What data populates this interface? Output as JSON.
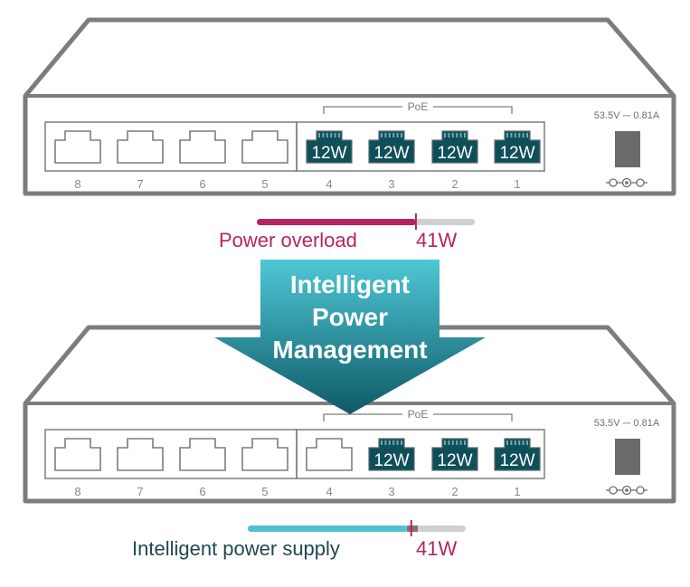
{
  "colors": {
    "outline": "#7d7d7d",
    "active_port": "#0f4f59",
    "power_overload": "#b5245f",
    "intelligent_supply": "#4ec2d1",
    "intelligent_label": "#1f4850",
    "bar_track": "#d0d0d0",
    "arrow_top": "#4fc7d6",
    "arrow_bottom": "#0f5a66"
  },
  "arrow": {
    "lines": [
      "Intelligent",
      "Power",
      "Management"
    ]
  },
  "switches": [
    {
      "id": "before",
      "poe_label": "PoE",
      "rating": "53.5V ⎓ 0.81A",
      "ports": [
        {
          "number": "8",
          "poe": false,
          "label": ""
        },
        {
          "number": "7",
          "poe": false,
          "label": ""
        },
        {
          "number": "6",
          "poe": false,
          "label": ""
        },
        {
          "number": "5",
          "poe": false,
          "label": ""
        },
        {
          "number": "4",
          "poe": true,
          "label": "12W"
        },
        {
          "number": "3",
          "poe": true,
          "label": "12W"
        },
        {
          "number": "2",
          "poe": true,
          "label": "12W"
        },
        {
          "number": "1",
          "poe": true,
          "label": "12W"
        }
      ],
      "power_bar": {
        "caption": "Power overload",
        "limit_label": "41W",
        "fill_fraction": 0.73,
        "limit_fraction": 0.73,
        "overflow_fraction": 0.0,
        "fill_color": "#b5245f",
        "caption_color": "#b5245f"
      }
    },
    {
      "id": "after",
      "poe_label": "PoE",
      "rating": "53.5V ⎓ 0.81A",
      "ports": [
        {
          "number": "8",
          "poe": false,
          "label": ""
        },
        {
          "number": "7",
          "poe": false,
          "label": ""
        },
        {
          "number": "6",
          "poe": false,
          "label": ""
        },
        {
          "number": "5",
          "poe": false,
          "label": ""
        },
        {
          "number": "4",
          "poe": false,
          "label": ""
        },
        {
          "number": "3",
          "poe": true,
          "label": "12W"
        },
        {
          "number": "2",
          "poe": true,
          "label": "12W"
        },
        {
          "number": "1",
          "poe": true,
          "label": "12W"
        }
      ],
      "power_bar": {
        "caption": "Intelligent power supply",
        "limit_label": "41W",
        "fill_fraction": 0.73,
        "limit_fraction": 0.75,
        "overflow_fraction": 0.05,
        "fill_color": "#4ec2d1",
        "caption_color": "#1f4850"
      }
    }
  ]
}
